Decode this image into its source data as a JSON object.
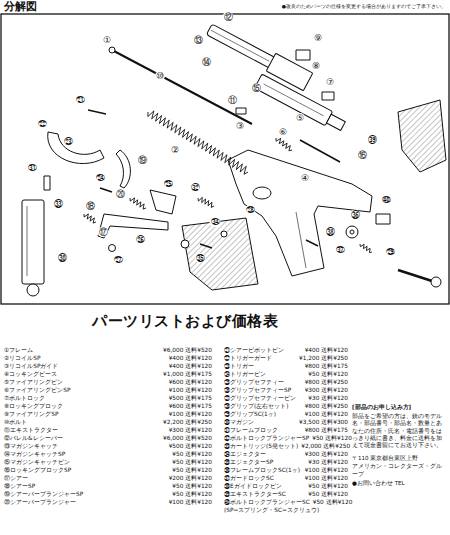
{
  "diagram": {
    "title": "分解図",
    "labels": [
      "①",
      "②",
      "③",
      "④",
      "⑤",
      "⑥",
      "⑦",
      "⑧",
      "⑨",
      "⑩",
      "⑪",
      "⑫",
      "⑬",
      "⑭",
      "⑮",
      "⑯",
      "⑰",
      "⑱",
      "⑲",
      "⑳",
      "㉑",
      "㉒",
      "㉓",
      "㉔",
      "㉕",
      "㉖",
      "㉗",
      "㉘",
      "㉙",
      "㉚",
      "㉛",
      "㉜",
      "㉝",
      "㉞",
      "㉟",
      "㊱",
      "㊲",
      "㊳",
      "㊴",
      "㊵",
      "●改良のためパーツの仕様を変更する場合がありますのでご了承下さい。",
      "パーツリストおよび価格表",
      "①フレーム",
      "¥6,000 送料¥520",
      "②リコイルSP",
      "¥400 送料¥120",
      "③リコイルSPガイド",
      "¥400 送料¥120",
      "④コッキングピース",
      "¥1,000 送料¥175",
      "⑤ファイアリングピン",
      "¥600 送料¥120",
      "⑥ファイアリングピンSP",
      "¥100 送料¥120",
      "⑦ボルトロック",
      "¥500 送料¥175",
      "⑧ロッキングブロック",
      "¥600 送料¥175",
      "⑨ファイアリングSP",
      "¥100 送料¥120",
      "⑩ボルト",
      "¥2,200 送料¥250",
      "⑪エキストラクター",
      "¥300 送料¥120",
      "⑫バレル&レシーバー",
      "¥6,000 送料¥520",
      "⑬マガジンキャッチ",
      "¥500 送料¥120",
      "⑭マガジンキャッチSP",
      "¥50 送料¥120",
      "⑮マガジンキャッチピン",
      "¥50 送料¥120",
      "⑯ロッキングブロックSP",
      "¥50 送料¥120",
      "⑰シアー",
      "¥200 送料¥120",
      "⑱シアーSP",
      "¥50 送料¥120",
      "⑲シアーバープランジャーSP",
      "¥50 送料¥120",
      "⑳シアーバープランジャー",
      "¥100 送料¥120",
      "㉑シアーピボットピン",
      "¥400 送料¥120",
      "㉒トリガーガード",
      "¥1,200 送料¥250",
      "㉓トリガー",
      "¥800 送料¥175",
      "㉔トリガーピン",
      "¥50 送料¥120",
      "㉕グリップセフティー",
      "¥800 送料¥250",
      "㉖グリップセフティーSP",
      "¥300 送料¥120",
      "㉗グリップセフティーピン",
      "¥30 送料¥120",
      "㉘グリップ(左右セット)",
      "¥800 送料¥250",
      "㉙グリップSC(1ヶ)",
      "¥100 送料¥120",
      "㉚マガジン",
      "¥3,500 送料¥300",
      "㉛フレームブロック",
      "¥800 送料¥175",
      "㉜ボルトロックプランジャーSP",
      "¥50 送料¥120",
      "㉝カートリッジ(5発セット)",
      "¥2,000 送料¥250",
      "㉞エジェクター",
      "¥300 送料¥120",
      "㉟エジェクターSP",
      "¥30 送料¥120",
      "㊱フレームブロックSC(1ヶ)",
      "¥100 送料¥120",
      "㊲ガードロックSC",
      "¥100 送料¥120",
      "㊳Eガイドロックピン",
      "¥50 送料¥120",
      "㊴エキストラクターSC",
      "¥50 送料¥120",
      "㊵ボルトロックプランジャーSC",
      "¥50 送料¥120",
      "(SP=スプリング・SC=スクリュウ)",
      "[部品のお申し込み方]",
      "部品をご希望の方は、銃のモデル名・部品番号・部品名・数量とあなたの住所・氏名・電話番号をはっきり紙に書き、料金に送料を加えて現金書留にてお送り下さい。",
      "〒110 東京都台東区上野",
      "アメリカン・コレクターズ・グループ",
      "●お問い合わせ TEL"
    ]
  }
}
